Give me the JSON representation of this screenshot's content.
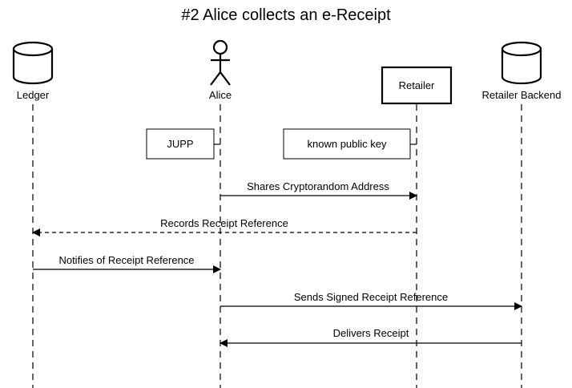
{
  "title": "#2 Alice collects an e-Receipt",
  "participants": [
    {
      "label": "Ledger",
      "kind": "database"
    },
    {
      "label": "Alice",
      "kind": "actor"
    },
    {
      "label": "Retailer",
      "kind": "box"
    },
    {
      "label": "Retailer Backend",
      "kind": "database"
    }
  ],
  "notes": [
    {
      "text": "JUPP",
      "participant": "Alice"
    },
    {
      "text": "known public key",
      "participant": "Retailer"
    }
  ],
  "messages": [
    {
      "label": "Shares Cryptorandom Address",
      "from": "Alice",
      "to": "Retailer",
      "style": "solid"
    },
    {
      "label": "Records Receipt Reference",
      "from": "Retailer",
      "to": "Ledger",
      "style": "dashed"
    },
    {
      "label": "Notifies of Receipt Reference",
      "from": "Ledger",
      "to": "Alice",
      "style": "solid"
    },
    {
      "label": "Sends Signed Receipt Reference",
      "from": "Alice",
      "to": "Retailer Backend",
      "style": "solid"
    },
    {
      "label": "Delivers Receipt",
      "from": "Retailer Backend",
      "to": "Alice",
      "style": "solid"
    }
  ]
}
